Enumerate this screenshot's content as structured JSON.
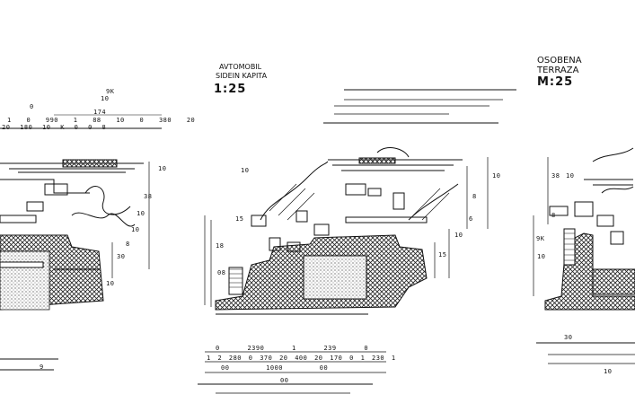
{
  "drawing": {
    "panels": [
      {
        "name": "left-section",
        "dim_top_rows": [
          [
            "9K"
          ],
          [
            "10"
          ],
          [
            "0",
            "174"
          ],
          [
            "1",
            "0",
            "990",
            "1",
            "88",
            "10",
            "0",
            "380",
            "20"
          ],
          [
            "20",
            "180",
            "10",
            "K",
            "0",
            "0",
            "8"
          ]
        ],
        "dim_vertical": [
          "10",
          "38",
          "10",
          "8",
          "30",
          "10",
          "9",
          "10"
        ]
      },
      {
        "name": "center-section",
        "title_lines": [
          "AVTOMOBIL",
          "SIDEIN KAPITA",
          "1:25"
        ],
        "dim_vertical_right": [
          "10",
          "8",
          "10",
          "15",
          "6"
        ],
        "dim_vertical_left": [
          "10",
          "15",
          "18",
          "08"
        ],
        "dim_bottom_rows": [
          [
            "0",
            "2390",
            "1",
            "239",
            "0"
          ],
          [
            "1",
            "2",
            "280",
            "0",
            "370",
            "20",
            "400",
            "20",
            "170",
            "0",
            "1",
            "230",
            "1"
          ],
          [
            "00",
            "1000",
            "00"
          ],
          [
            "00"
          ]
        ]
      },
      {
        "name": "right-section",
        "title_lines": [
          "OSOBENA",
          "TERRAZA",
          "M:25"
        ],
        "dim_vertical": [
          "10",
          "38",
          "9K",
          "10",
          "8"
        ],
        "dim_bottom": [
          "30",
          "10"
        ]
      }
    ]
  }
}
